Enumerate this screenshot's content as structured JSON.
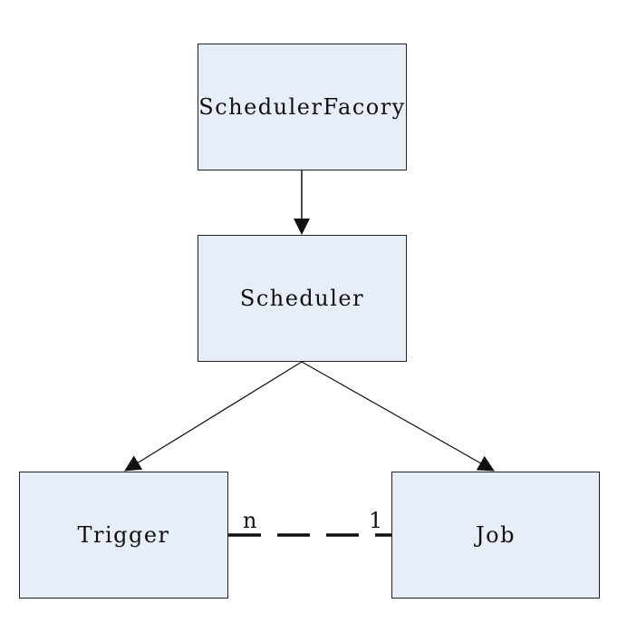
{
  "diagram": {
    "box_fill": "#e8eef8",
    "line_color": "#111111",
    "nodes": {
      "factory": {
        "label": "SchedulerFacory"
      },
      "scheduler": {
        "label": "Scheduler"
      },
      "trigger": {
        "label": "Trigger"
      },
      "job": {
        "label": "Job"
      }
    },
    "edges": [
      {
        "from": "factory",
        "to": "scheduler",
        "style": "solid-arrow"
      },
      {
        "from": "scheduler",
        "to": "trigger",
        "style": "solid-arrow"
      },
      {
        "from": "scheduler",
        "to": "job",
        "style": "solid-arrow"
      },
      {
        "from": "trigger",
        "to": "job",
        "style": "dashed"
      }
    ],
    "multiplicity": {
      "trigger_end": "n",
      "job_end": "1"
    }
  }
}
